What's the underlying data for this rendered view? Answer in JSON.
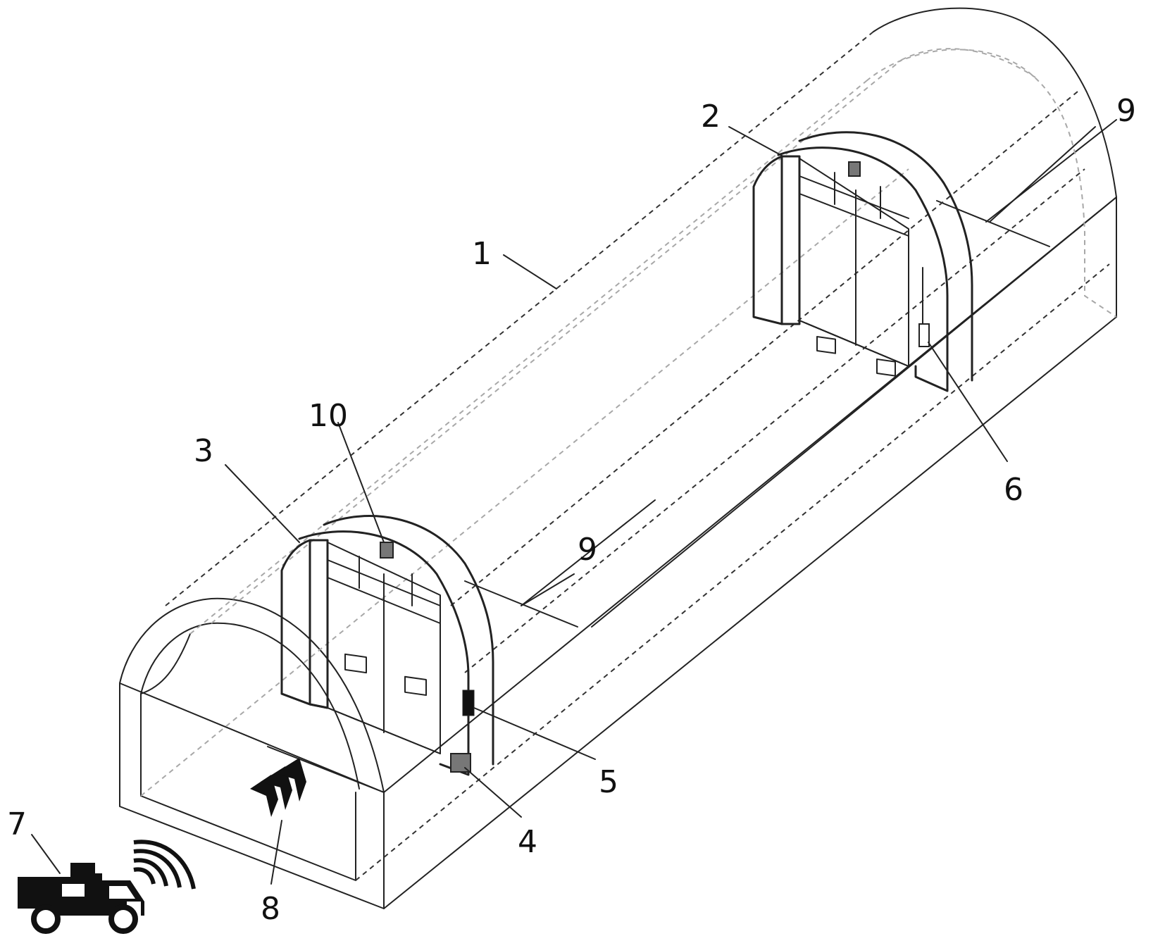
{
  "colors": {
    "line": "#222222",
    "dashed_line": "#333333",
    "hidden_line": "#a8a8a8",
    "sensor_fill": "#777777",
    "reader_fill": "#111111",
    "truck": "#111111"
  },
  "labels": {
    "n1": "1",
    "n2": "2",
    "n3": "3",
    "n4": "4",
    "n5": "5",
    "n6": "6",
    "n7": "7",
    "n8": "8",
    "n9a": "9",
    "n9b": "9",
    "n10": "10"
  },
  "icons": {
    "vehicle": "truck-icon",
    "signal": "wireless-signal-icon",
    "direction": "chevron-arrows-icon"
  }
}
